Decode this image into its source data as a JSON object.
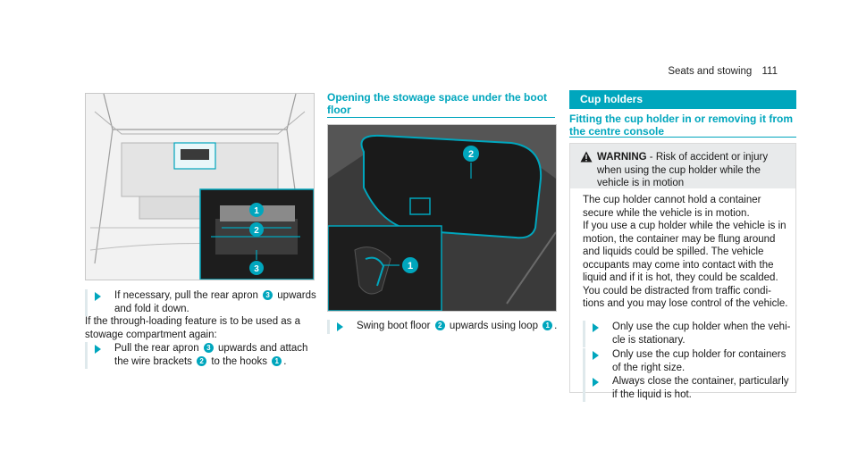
{
  "header": {
    "section": "Seats and stowing",
    "page_number": "111"
  },
  "left": {
    "instruction1": {
      "line1_pre": "If necessary, pull the rear apron",
      "badge": "3",
      "line1_post": "upwards",
      "line2": "and fold it down."
    },
    "note": {
      "line1": "If the through-loading feature is to be used as a",
      "line2": "stowage compartment again:"
    },
    "instruction2": {
      "line1_pre": "Pull the rear apron",
      "badge1": "3",
      "line1_post": "upwards and attach",
      "line2_pre": "the wire brackets",
      "badge2": "2",
      "line2_mid": "to the hooks",
      "badge3": "1",
      "line2_post": "."
    },
    "image_callouts": [
      "1",
      "2",
      "3"
    ]
  },
  "middle": {
    "title_line1": "Opening the stowage space under the boot",
    "title_line2": "floor",
    "instruction": {
      "pre": "Swing boot floor",
      "badge1": "2",
      "mid": "upwards using loop",
      "badge2": "1",
      "post": "."
    },
    "image_callouts": [
      "2",
      "1"
    ]
  },
  "right": {
    "bar_title": "Cup holders",
    "subtitle_line1": "Fitting the cup holder in or removing it from",
    "subtitle_line2": "the centre console",
    "warning": {
      "label": "WARNING",
      "head_line1_rest": " - Risk of accident or injury",
      "head_line2": "when using the cup holder while the",
      "head_line3": "vehicle is in motion",
      "body": [
        "The cup holder cannot hold a container",
        "secure while the vehicle is in motion.",
        "If you use a cup holder while the vehicle is in",
        "motion, the container may be flung around",
        "and liquids could be spilled. The vehicle",
        "occupants may come into contact with the",
        "liquid and if it is hot, they could be scalded.",
        "You could be distracted from traffic condi-",
        "tions and you may lose control of the vehicle."
      ],
      "bullets": [
        {
          "line1": "Only use the cup holder when the vehi-",
          "line2": "cle is stationary."
        },
        {
          "line1": "Only use the cup holder for containers",
          "line2": "of the right size."
        },
        {
          "line1": "Always close the container, particularly",
          "line2": "if the liquid is hot."
        }
      ]
    }
  },
  "colors": {
    "accent": "#00a6bd",
    "warning_head_bg": "#e8eaeb"
  },
  "icons": [
    "warning-triangle-icon",
    "arrow-bullet-icon"
  ]
}
